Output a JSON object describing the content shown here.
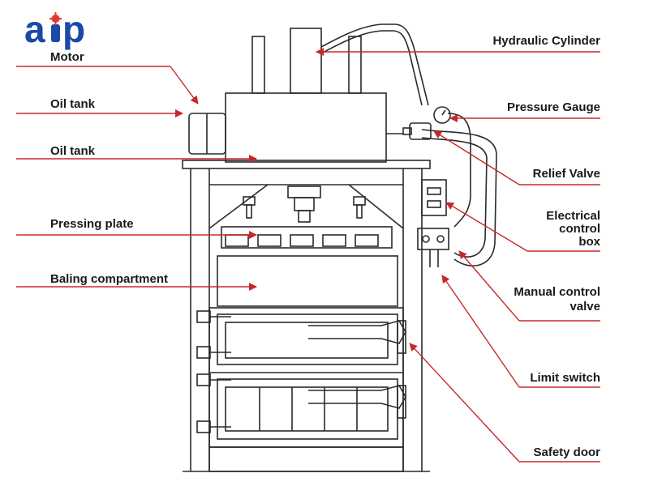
{
  "brand": {
    "logo_text": "aip",
    "primary_color": "#1a4aa6",
    "accent_color": "#e03a2f"
  },
  "colors": {
    "line": "#2a2a2a",
    "arrow": "#c8282a",
    "background": "#ffffff"
  },
  "labels": {
    "motor": "Motor",
    "oil_tank_1": "Oil tank",
    "oil_tank_2": "Oil tank",
    "pressing_plate": "Pressing plate",
    "baling_compartment": "Baling compartment",
    "hydraulic_cylinder": "Hydraulic Cylinder",
    "pressure_gauge": "Pressure Gauge",
    "relief_valve": "Relief Valve",
    "electrical_control_box_1": "Electrical",
    "electrical_control_box_2": "control",
    "electrical_control_box_3": "box",
    "manual_control_valve_1": "Manual control",
    "manual_control_valve_2": "valve",
    "limit_switch": "Limit switch",
    "safety_door": "Safety door"
  }
}
